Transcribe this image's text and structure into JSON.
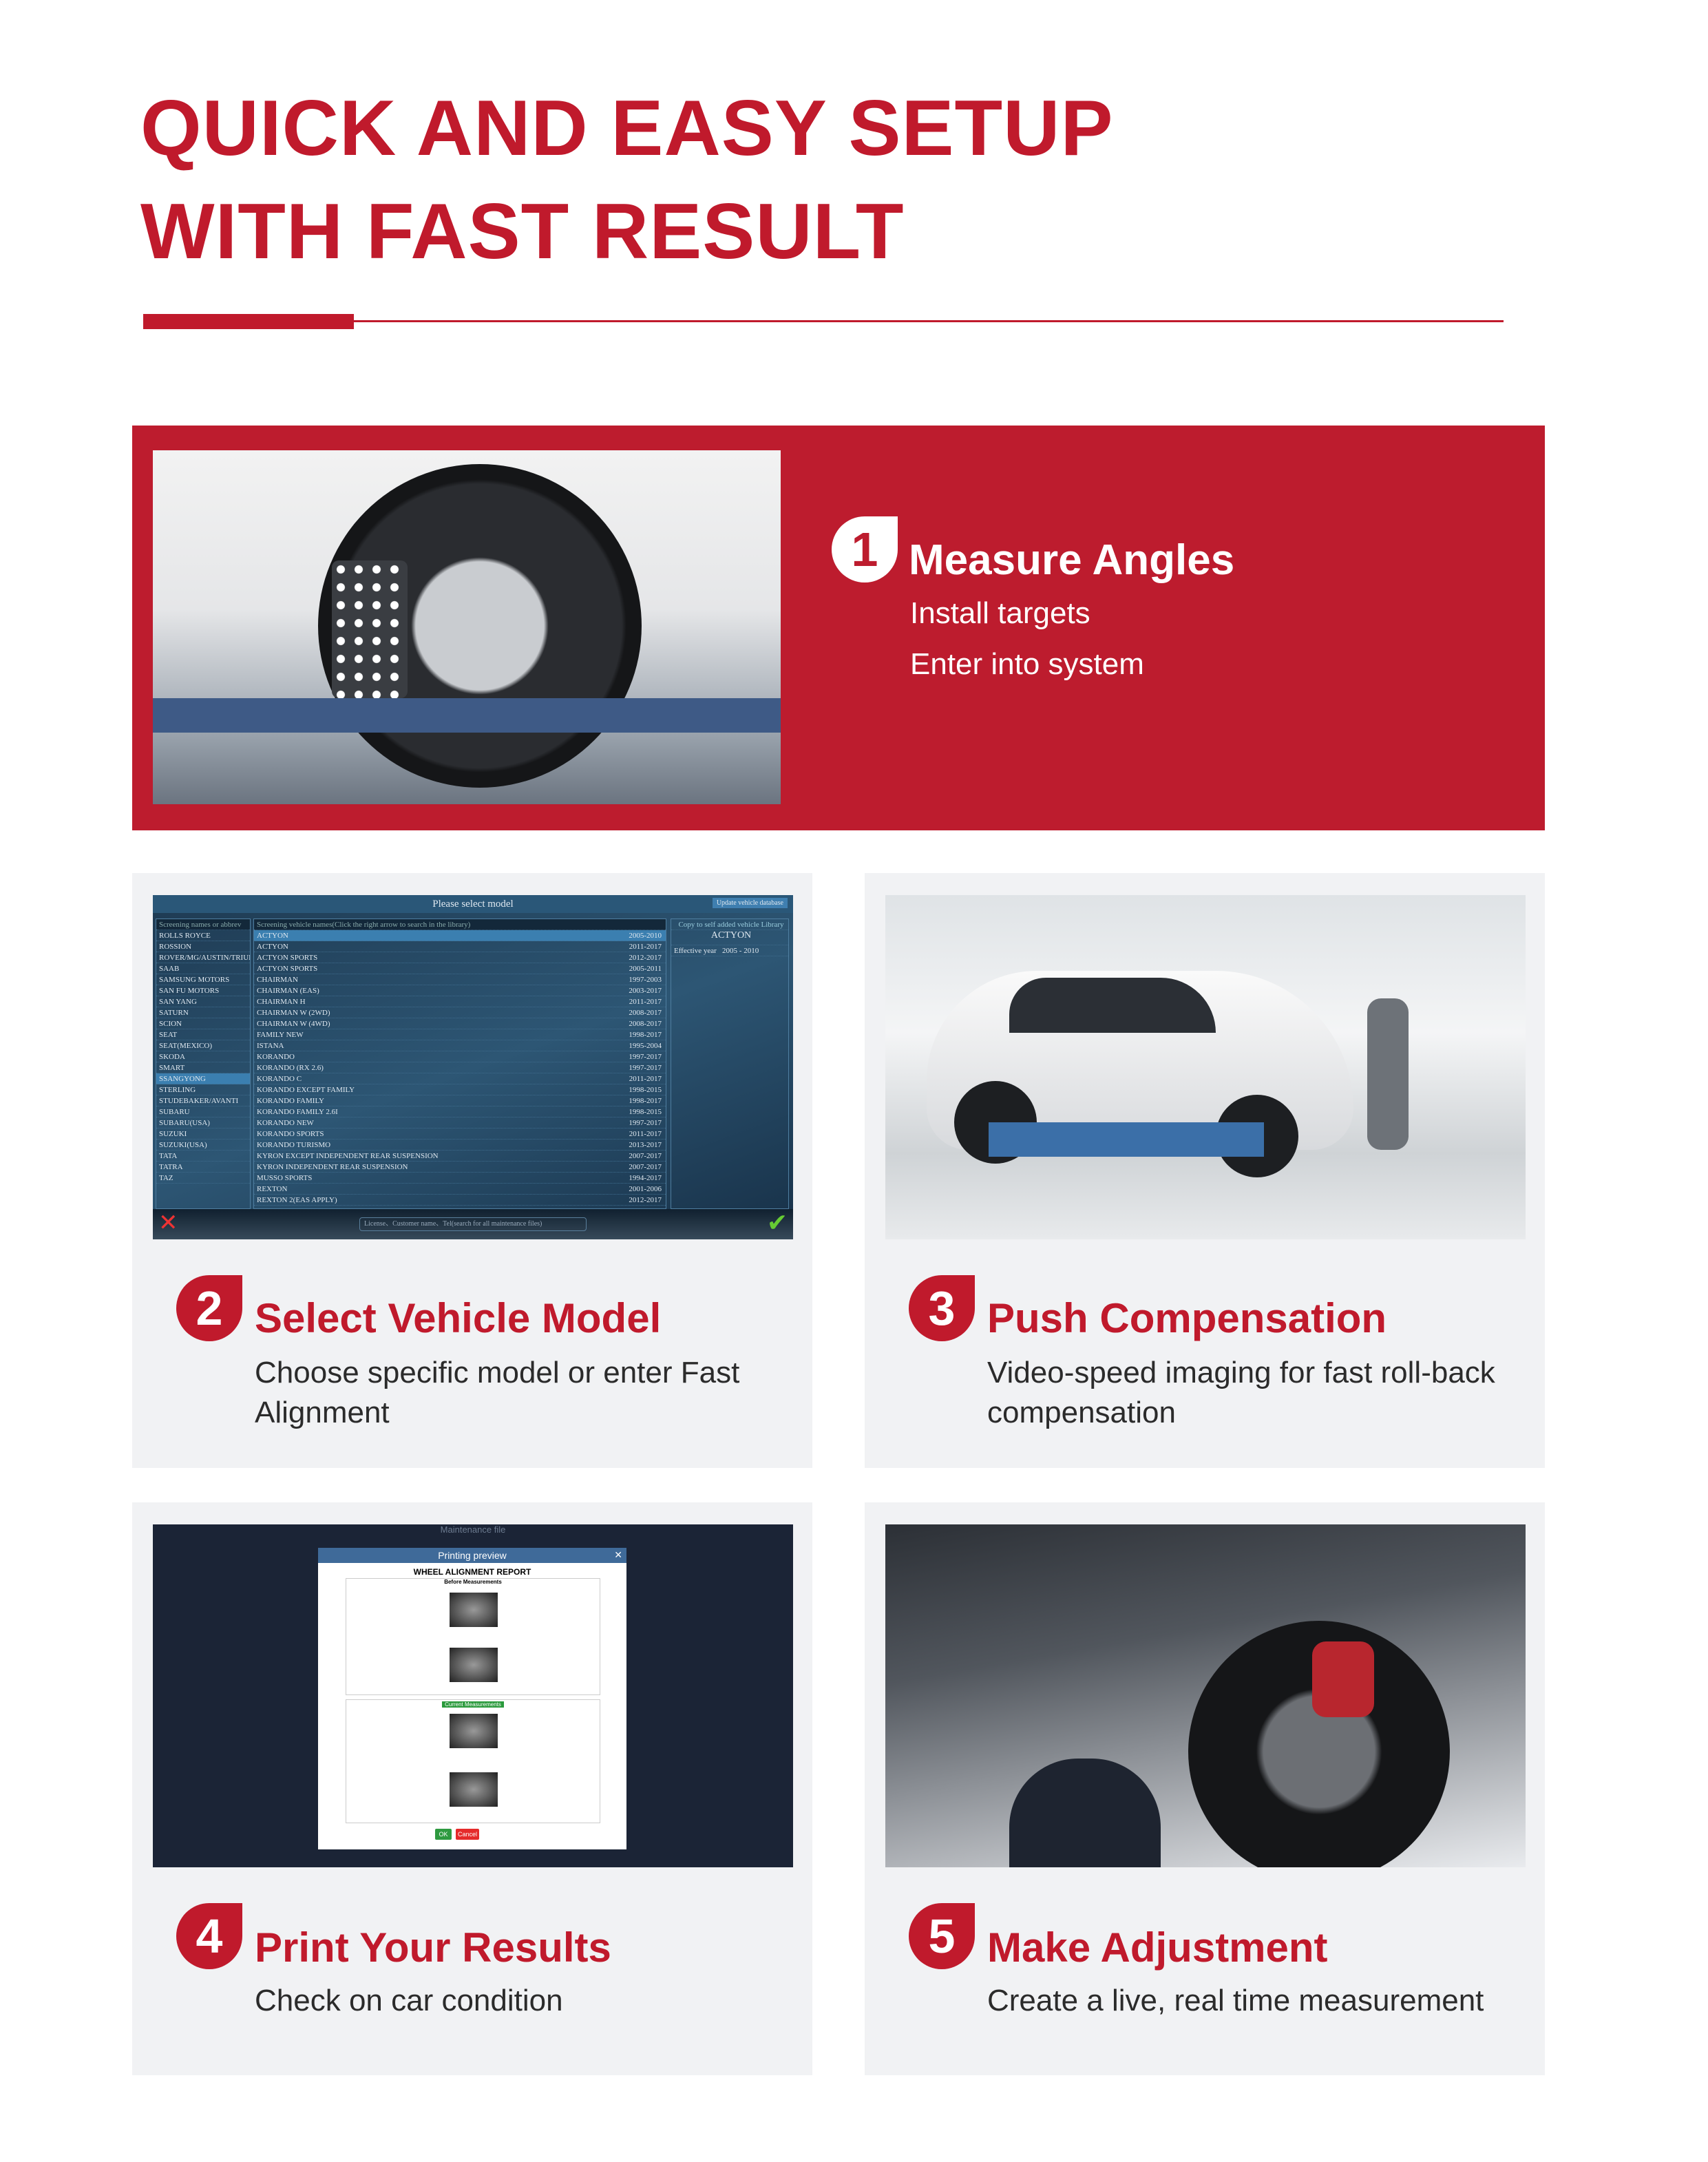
{
  "header": {
    "title_line1": "QUICK AND EASY SETUP",
    "title_line2": "WITH FAST RESULT"
  },
  "colors": {
    "brand_red": "#c01a2c",
    "card_bg": "#f1f2f4"
  },
  "steps": [
    {
      "number": "1",
      "title": "Measure Angles",
      "lines": [
        "Install targets",
        "Enter into system"
      ]
    },
    {
      "number": "2",
      "title": "Select Vehicle Model",
      "desc": "Choose specific model or enter Fast Alignment"
    },
    {
      "number": "3",
      "title": "Push Compensation",
      "desc": "Video-speed imaging for fast roll-back compensation"
    },
    {
      "number": "4",
      "title": "Print Your Results",
      "desc": "Check on car condition"
    },
    {
      "number": "5",
      "title": "Make Adjustment",
      "desc": "Create a live, real time measurement"
    }
  ],
  "select_model_ui": {
    "title": "Please select model",
    "update_btn": "Update vehicle database",
    "brand_filter": "Screening names or abbrev",
    "model_filter": "Screening vehicle names(Click the right arrow to search in the library)",
    "copy_btn": "Copy to self added vehicle Library",
    "brands": [
      "ROLLS ROYCE",
      "ROSSION",
      "ROVER/MG/AUSTIN/TRIUMPH",
      "SAAB",
      "SAMSUNG MOTORS",
      "SAN FU MOTORS",
      "SAN YANG",
      "SATURN",
      "SCION",
      "SEAT",
      "SEAT(MEXICO)",
      "SKODA",
      "SMART",
      "SSANGYONG",
      "STERLING",
      "STUDEBAKER/AVANTI",
      "SUBARU",
      "SUBARU(USA)",
      "SUZUKI",
      "SUZUKI(USA)",
      "TATA",
      "TATRA",
      "TAZ"
    ],
    "models": [
      [
        "ACTYON",
        "2005-2010"
      ],
      [
        "ACTYON",
        "2011-2017"
      ],
      [
        "ACTYON SPORTS",
        "2012-2017"
      ],
      [
        "ACTYON SPORTS",
        "2005-2011"
      ],
      [
        "CHAIRMAN",
        "1997-2003"
      ],
      [
        "CHAIRMAN (EAS)",
        "2003-2017"
      ],
      [
        "CHAIRMAN H",
        "2011-2017"
      ],
      [
        "CHAIRMAN W (2WD)",
        "2008-2017"
      ],
      [
        "CHAIRMAN W (4WD)",
        "2008-2017"
      ],
      [
        "FAMILY NEW",
        "1998-2017"
      ],
      [
        "ISTANA",
        "1995-2004"
      ],
      [
        "KORANDO",
        "1997-2017"
      ],
      [
        "KORANDO (RX 2.6)",
        "1997-2017"
      ],
      [
        "KORANDO C",
        "2011-2017"
      ],
      [
        "KORANDO EXCEPT FAMILY",
        "1998-2015"
      ],
      [
        "KORANDO FAMILY",
        "1998-2017"
      ],
      [
        "KORANDO FAMILY 2.6I",
        "1998-2015"
      ],
      [
        "KORANDO NEW",
        "1997-2017"
      ],
      [
        "KORANDO SPORTS",
        "2011-2017"
      ],
      [
        "KORANDO TURISMO",
        "2013-2017"
      ],
      [
        "KYRON EXCEPT INDEPENDENT REAR SUSPENSION",
        "2007-2017"
      ],
      [
        "KYRON INDEPENDENT REAR SUSPENSION",
        "2007-2017"
      ],
      [
        "MUSSO SPORTS",
        "1994-2017"
      ],
      [
        "REXTON",
        "2001-2006"
      ],
      [
        "REXTON 2(EAS APPLY)",
        "2012-2017"
      ]
    ],
    "detail_title": "ACTYON",
    "effective_year_label": "Effective year",
    "effective_year": "2005 - 2010",
    "search_placeholder": "License、Customer name、Tel(search for all maintenance files)"
  },
  "report_ui": {
    "window_title": "Maintenance file",
    "dialog_title": "Printing preview",
    "report_title": "WHEEL ALIGNMENT REPORT",
    "before": "Before Measurements",
    "current": "Current Measurements",
    "ok": "OK",
    "cancel": "Cancel"
  }
}
